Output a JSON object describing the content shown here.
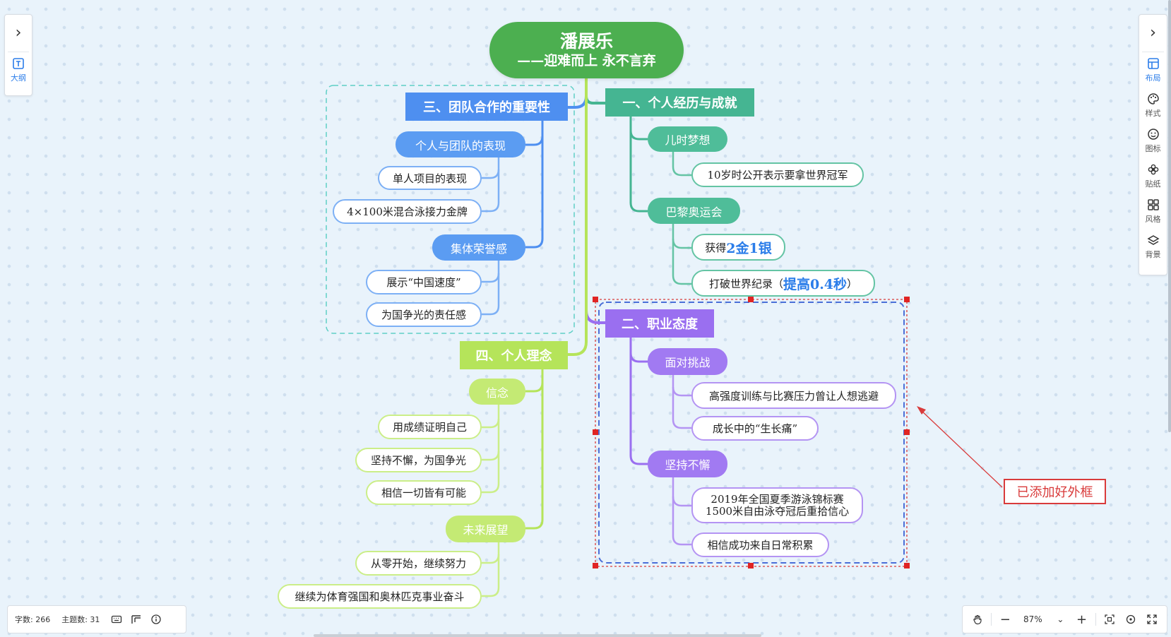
{
  "left_panel": {
    "collapse_icon": "chevron-right-icon",
    "outline_icon": "outline-icon",
    "outline_label": "大纲"
  },
  "right_panel": {
    "collapse_icon": "chevron-right-icon",
    "tools": [
      {
        "label": "布局",
        "icon": "layout-icon"
      },
      {
        "label": "样式",
        "icon": "palette-icon"
      },
      {
        "label": "图标",
        "icon": "smiley-icon"
      },
      {
        "label": "贴纸",
        "icon": "flower-sticker-icon"
      },
      {
        "label": "风格",
        "icon": "grid-style-icon"
      },
      {
        "label": "背景",
        "icon": "layers-icon"
      }
    ]
  },
  "mindmap": {
    "root": {
      "title": "潘展乐",
      "subtitle": "——迎难而上 永不言弃"
    },
    "branches": {
      "experience": {
        "label": "一、个人经历与成就",
        "subs": {
          "dream": {
            "label": "儿时梦想",
            "leaves": [
              "10岁时公开表示要拿世界冠军"
            ]
          },
          "paris": {
            "label": "巴黎奥运会",
            "medals_prefix": "获得",
            "medals_highlight": "2金1银",
            "record_prefix": "打破世界纪录（",
            "record_highlight": "提高0.4秒",
            "record_suffix": "）"
          }
        }
      },
      "attitude": {
        "label": "二、职业态度",
        "subs": {
          "challenge": {
            "label": "面对挑战",
            "leaves": [
              "高强度训练与比赛压力曾让人想逃避",
              "成长中的“生长痛”"
            ]
          },
          "persist": {
            "label": "坚持不懈",
            "leaves": [
              "2019年全国夏季游泳锦标赛",
              "1500米自由泳夺冠后重拾信心",
              "相信成功来自日常积累"
            ]
          }
        }
      },
      "team": {
        "label": "三、团队合作的重要性",
        "subs": {
          "performance": {
            "label": "个人与团队的表现",
            "leaves": [
              "单人项目的表现",
              "4×100米混合泳接力金牌"
            ]
          },
          "honor": {
            "label": "集体荣誉感",
            "leaves": [
              "展示“中国速度”",
              "为国争光的责任感"
            ]
          }
        }
      },
      "beliefs": {
        "label": "四、个人理念",
        "subs": {
          "faith": {
            "label": "信念",
            "leaves": [
              "用成绩证明自己",
              "坚持不懈，为国争光",
              "相信一切皆有可能"
            ]
          },
          "future": {
            "label": "未来展望",
            "leaves": [
              "从零开始，继续努力",
              "继续为体育强国和奥林匹克事业奋斗"
            ]
          }
        }
      }
    }
  },
  "annotation": {
    "callout_text": "已添加好外框",
    "color": "#d93b3b"
  },
  "status_bar": {
    "word_count_label": "字数: 266",
    "topic_count_label": "主题数: 31",
    "icons": [
      "keyboard-icon",
      "format-icon",
      "info-icon"
    ]
  },
  "zoom_bar": {
    "zoom_value": "87%",
    "icons": [
      "hand-pan-icon",
      "zoom-out-icon",
      "zoom-dropdown-icon",
      "zoom-in-icon",
      "fit-screen-icon",
      "locate-center-icon",
      "fullscreen-icon"
    ]
  },
  "colors": {
    "root": "#4caf50",
    "team_branch": "#4e8ff0",
    "experience_branch": "#45b592",
    "attitude_branch": "#9a6ff0",
    "beliefs_branch": "#b5e45a",
    "selection": "#d93b3b",
    "boundary_blue": "#4a6fd8",
    "boundary_teal": "#5fcfc6"
  }
}
